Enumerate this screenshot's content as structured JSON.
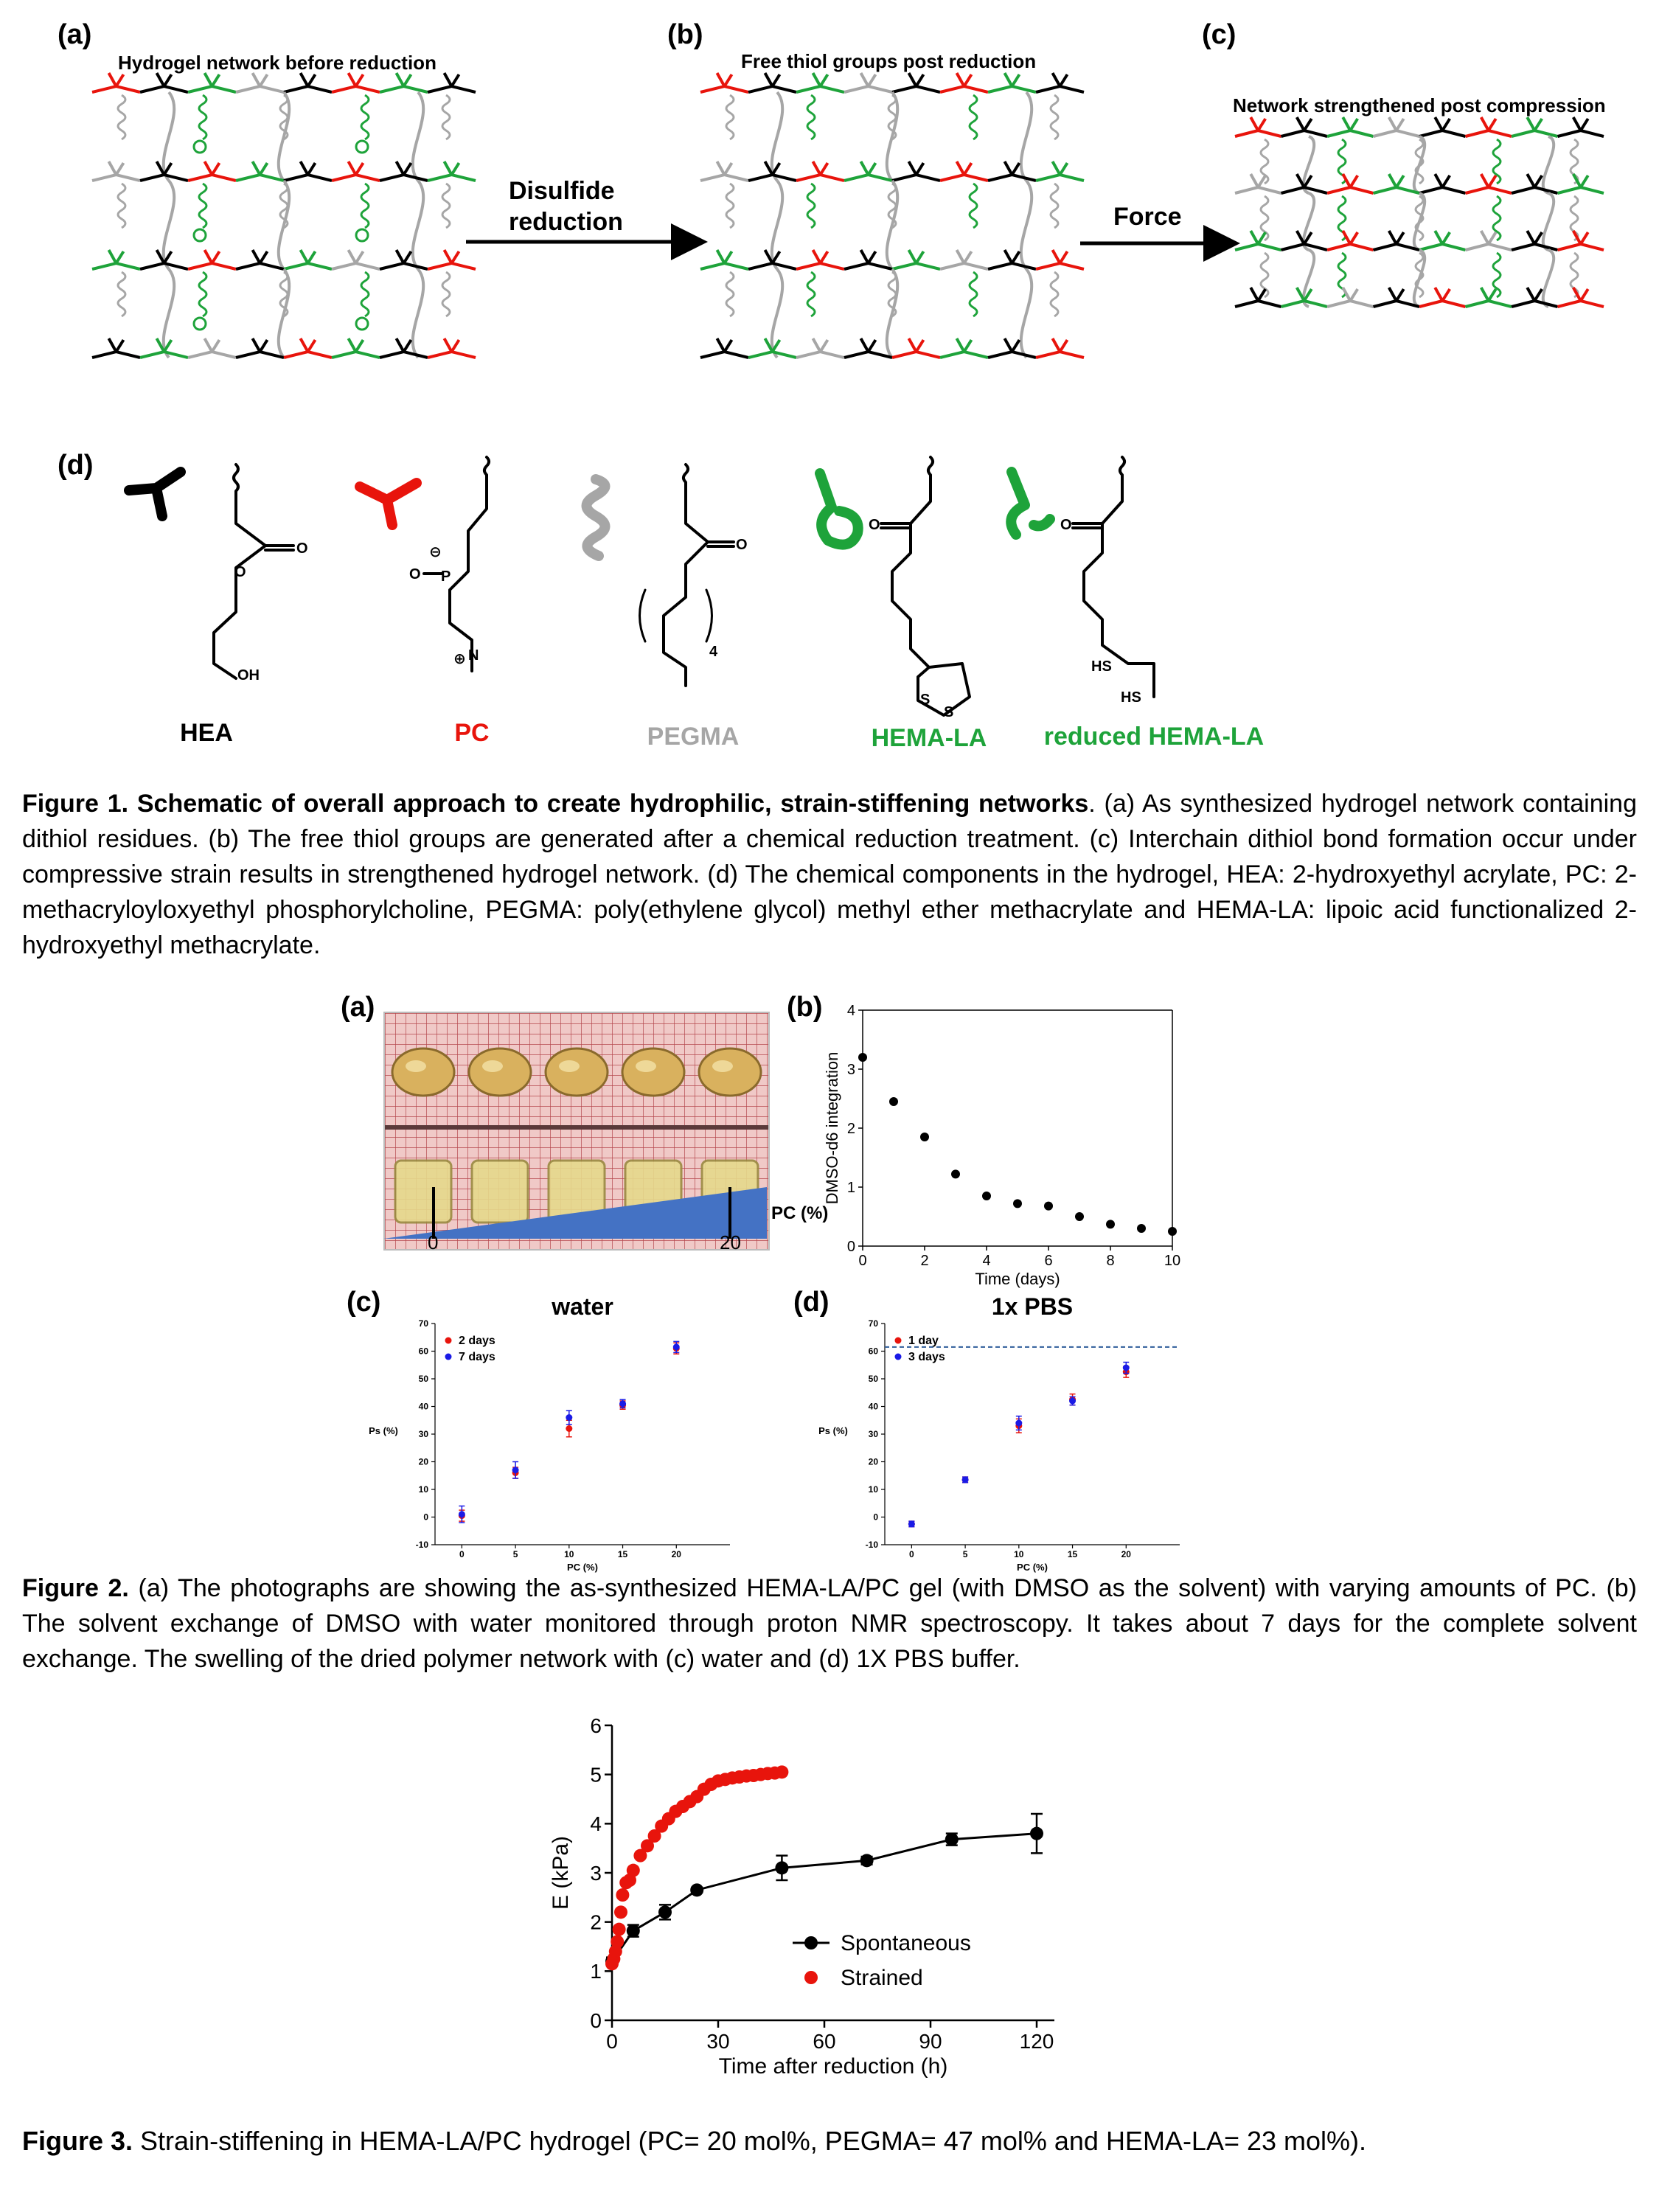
{
  "figure1": {
    "panels": [
      {
        "label": "(a)",
        "title": "Hydrogel network before reduction"
      },
      {
        "label": "(b)",
        "title": "Free thiol groups post reduction"
      },
      {
        "label": "(c)",
        "title": "Network strengthened post compression"
      }
    ],
    "arrow1_text": [
      "Disulfide",
      "reduction"
    ],
    "arrow2_text": "Force",
    "panel_d_label": "(d)",
    "components": [
      {
        "name": "HEA",
        "color": "#000000"
      },
      {
        "name": "PC",
        "color": "#e8140c"
      },
      {
        "name": "PEGMA",
        "color": "#a6a6a6"
      },
      {
        "name": "HEMA-LA",
        "color": "#1ea33a"
      },
      {
        "name": "reduced HEMA-LA",
        "color": "#1ea33a"
      }
    ],
    "atom_labels": {
      "oh": "OH",
      "o": "O",
      "p": "P",
      "n": "N",
      "s": "S",
      "hs": "HS",
      "four": "4",
      "plus": "⊕",
      "minus": "⊖"
    },
    "caption_bold": "Figure 1. Schematic of overall approach to create hydrophilic, strain-stiffening networks",
    "caption_rest": ". (a) As synthesized hydrogel network containing dithiol residues. (b) The free thiol groups are generated after a chemical reduction treatment. (c) Interchain dithiol bond formation occur under compressive strain results in strengthened hydrogel network. (d) The chemical components in the hydrogel, HEA: 2-hydroxyethyl acrylate, PC: 2-methacryloyloxyethyl phosphorylcholine, PEGMA: poly(ethylene glycol) methyl ether methacrylate and HEMA-LA: lipoic acid functionalized 2-hydroxyethyl methacrylate."
  },
  "figure2": {
    "panel_a": {
      "label": "(a)",
      "axis_label": "PC (%)",
      "tick_min": "0",
      "tick_max": "20"
    },
    "caption_bold": "Figure 2.",
    "caption_rest": " (a) The photographs are showing the as-synthesized HEMA-LA/PC gel (with DMSO as the solvent) with varying amounts of PC. (b) The solvent exchange of DMSO with water monitored through proton NMR spectroscopy. It takes about 7 days for the complete solvent exchange. The swelling of the dried polymer network with (c) water and (d) 1X PBS buffer."
  },
  "figure3": {
    "caption_bold": "Figure 3.",
    "caption_rest": " Strain-stiffening in HEMA-LA/PC hydrogel (PC= 20 mol%, PEGMA= 47 mol% and HEMA-LA= 23 mol%)."
  },
  "chart_data": [
    {
      "id": "fig2b",
      "type": "scatter",
      "panel_label": "(b)",
      "title": "",
      "xlabel": "Time (days)",
      "ylabel": "DMSO-d6 integration",
      "xlim": [
        0,
        10
      ],
      "ylim": [
        0,
        4
      ],
      "xticks": [
        0,
        2,
        4,
        6,
        8,
        10
      ],
      "yticks": [
        0,
        1,
        2,
        3,
        4
      ],
      "series": [
        {
          "color": "#000000",
          "x": [
            0,
            1,
            2,
            3,
            4,
            5,
            6,
            7,
            8,
            9,
            10
          ],
          "y": [
            3.2,
            2.45,
            1.85,
            1.22,
            0.85,
            0.72,
            0.68,
            0.5,
            0.37,
            0.3,
            0.25
          ]
        }
      ]
    },
    {
      "id": "fig2c",
      "type": "scatter",
      "panel_label": "(c)",
      "title": "water",
      "xlabel": "PC (%)",
      "ylabel": "Ps (%)",
      "xlim": [
        -2.5,
        25
      ],
      "ylim": [
        -10,
        70
      ],
      "xticks": [
        0,
        5,
        10,
        15,
        20
      ],
      "yticks": [
        -10,
        0,
        10,
        20,
        30,
        40,
        50,
        60,
        70
      ],
      "legend": "top-left",
      "series": [
        {
          "name": "2 days",
          "color": "#e8140c",
          "x": [
            0,
            5,
            10,
            15,
            20
          ],
          "y": [
            0.5,
            16,
            32,
            40.5,
            61
          ],
          "err": [
            2,
            2,
            3,
            1.5,
            2
          ]
        },
        {
          "name": "7 days",
          "color": "#1a1ae6",
          "x": [
            0,
            5,
            10,
            15,
            20
          ],
          "y": [
            1,
            17,
            36,
            41,
            61.5
          ],
          "err": [
            3,
            3,
            2.5,
            1.5,
            2
          ]
        }
      ]
    },
    {
      "id": "fig2d",
      "type": "scatter",
      "panel_label": "(d)",
      "title": "1x PBS",
      "xlabel": "PC (%)",
      "ylabel": "Ps (%)",
      "xlim": [
        -2.5,
        25
      ],
      "ylim": [
        -10,
        70
      ],
      "xticks": [
        0,
        5,
        10,
        15,
        20
      ],
      "yticks": [
        -10,
        0,
        10,
        20,
        30,
        40,
        50,
        60,
        70
      ],
      "reference_line_y": 61.5,
      "legend": "top-left",
      "series": [
        {
          "name": "1 day",
          "color": "#e8140c",
          "x": [
            0,
            5,
            10,
            15,
            20
          ],
          "y": [
            -2.5,
            13.5,
            33,
            42.5,
            52.5
          ],
          "err": [
            1,
            1,
            2.5,
            2,
            2
          ]
        },
        {
          "name": "3 days",
          "color": "#1a1ae6",
          "x": [
            0,
            5,
            10,
            15,
            20
          ],
          "y": [
            -2.5,
            13.5,
            34,
            42,
            54
          ],
          "err": [
            1,
            1,
            2.5,
            1.5,
            2
          ]
        }
      ]
    },
    {
      "id": "fig3",
      "type": "line",
      "title": "",
      "xlabel": "Time after reduction (h)",
      "ylabel": "E (kPa)",
      "xlim": [
        0,
        125
      ],
      "ylim": [
        0,
        6
      ],
      "xticks": [
        0,
        30,
        60,
        90,
        120
      ],
      "yticks": [
        0,
        1,
        2,
        3,
        4,
        5,
        6
      ],
      "legend": "bottom-right",
      "series": [
        {
          "name": "Spontaneous",
          "color": "#000000",
          "style": "line-marker",
          "x": [
            0,
            6,
            15,
            24,
            48,
            72,
            96,
            120
          ],
          "y": [
            1.2,
            1.82,
            2.2,
            2.65,
            3.1,
            3.25,
            3.68,
            3.8
          ],
          "err": [
            0.08,
            0.12,
            0.15,
            0.05,
            0.25,
            0.08,
            0.12,
            0.4
          ]
        },
        {
          "name": "Strained",
          "color": "#e8140c",
          "style": "marker",
          "x": [
            0,
            0.5,
            1,
            1.5,
            2,
            2.5,
            3,
            4,
            5,
            6,
            8,
            10,
            12,
            14,
            16,
            18,
            20,
            22,
            24,
            26,
            28,
            30,
            32,
            34,
            36,
            38,
            40,
            42,
            44,
            46,
            48
          ],
          "y": [
            1.15,
            1.25,
            1.4,
            1.6,
            1.85,
            2.2,
            2.55,
            2.8,
            2.85,
            3.05,
            3.35,
            3.55,
            3.75,
            3.95,
            4.1,
            4.25,
            4.35,
            4.45,
            4.55,
            4.7,
            4.8,
            4.87,
            4.9,
            4.93,
            4.95,
            4.97,
            4.98,
            5.0,
            5.02,
            5.03,
            5.05
          ]
        }
      ]
    }
  ]
}
